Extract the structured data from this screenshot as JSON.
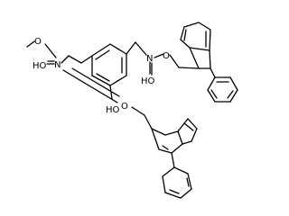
{
  "molecule": {
    "atom_labels": {
      "n_right": "N",
      "o_carbamate_right": "O",
      "ho_right": "HO",
      "o_methoxy": "O",
      "ho_left": "HO",
      "n_left": "N",
      "ho_lower": "HO",
      "o_carbamate_lower": "O"
    }
  }
}
